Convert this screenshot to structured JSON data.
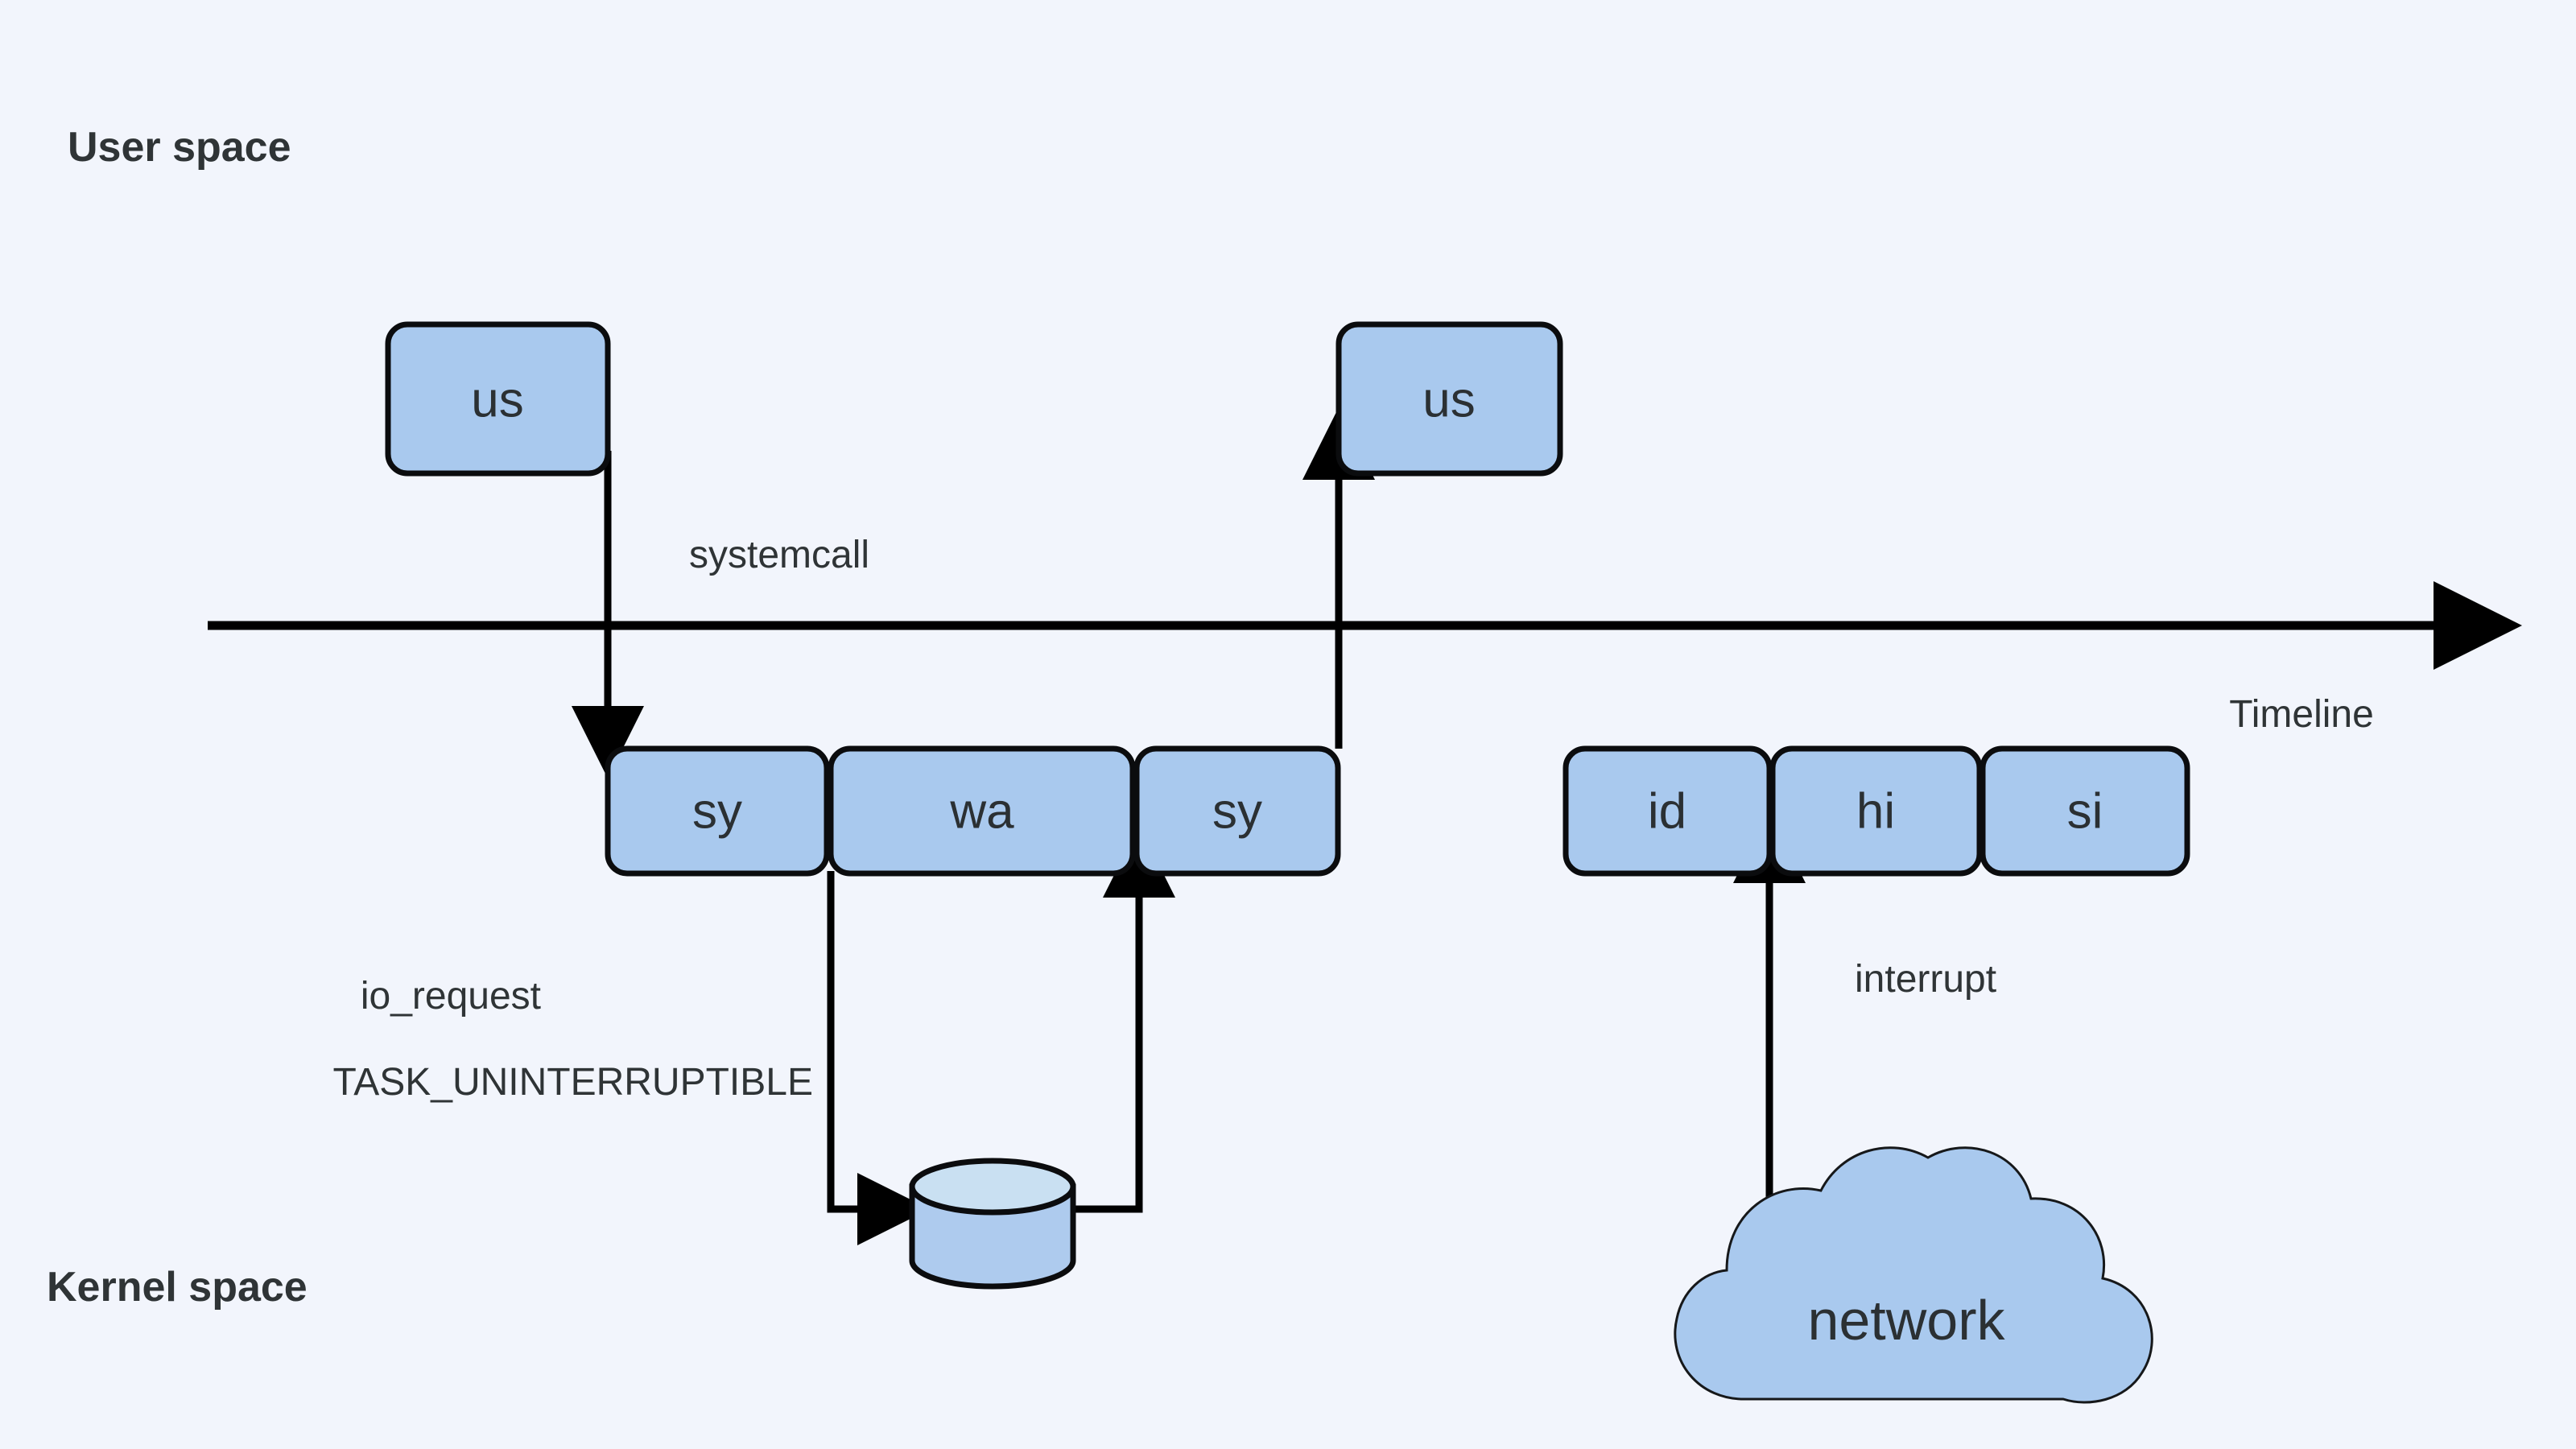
{
  "diagram": {
    "title_region_labels": {
      "user_space": "User space",
      "kernel_space": "Kernel space"
    },
    "timeline": {
      "axis_label": "Timeline"
    },
    "user_nodes": [
      {
        "id": "us-entry",
        "label": "us"
      },
      {
        "id": "us-return",
        "label": "us"
      }
    ],
    "kernel_nodes_left": [
      {
        "id": "sy-1",
        "label": "sy"
      },
      {
        "id": "wa",
        "label": "wa"
      },
      {
        "id": "sy-2",
        "label": "sy"
      }
    ],
    "kernel_nodes_right": [
      {
        "id": "id",
        "label": "id"
      },
      {
        "id": "hi",
        "label": "hi"
      },
      {
        "id": "si",
        "label": "si"
      }
    ],
    "external_nodes": [
      {
        "id": "disk",
        "label": "",
        "shape": "cylinder-icon"
      },
      {
        "id": "network",
        "label": "network",
        "shape": "cloud-icon"
      }
    ],
    "edge_labels": [
      {
        "id": "systemcall",
        "label": "systemcall"
      },
      {
        "id": "io_request",
        "label": "io_request"
      },
      {
        "id": "task_state",
        "label": "TASK_UNINTERRUPTIBLE"
      },
      {
        "id": "interrupt",
        "label": "interrupt"
      }
    ],
    "colors": {
      "background": "#f2f5fc",
      "node_fill": "#a9c9ee",
      "node_stroke": "#0b0c0e",
      "cylinder_top_fill": "#c9e0f2",
      "text": "#2f3436",
      "line": "#000000"
    }
  }
}
